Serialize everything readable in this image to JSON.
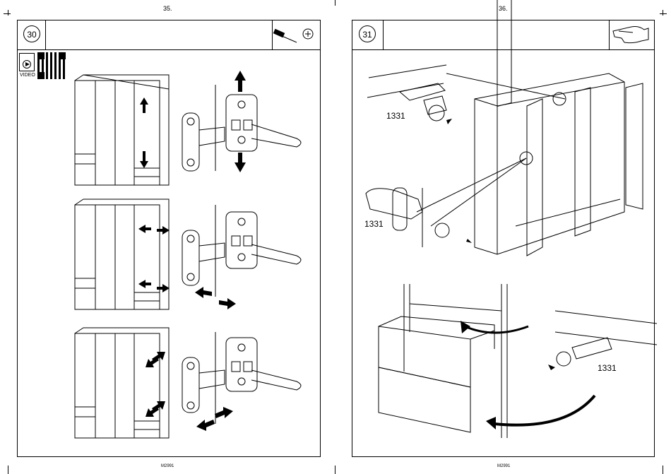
{
  "pages": [
    {
      "number": "35.",
      "step": "30",
      "footer": "M2991",
      "video_label": "VIDEO"
    },
    {
      "number": "36.",
      "step": "31",
      "footer": "M2991",
      "part_labels": [
        "1331",
        "1331",
        "1331"
      ]
    }
  ],
  "colors": {
    "line": "#000000",
    "paper": "#ffffff"
  }
}
